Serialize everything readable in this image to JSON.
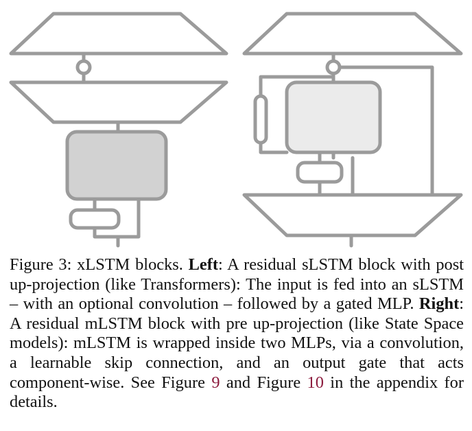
{
  "figure": {
    "colors": {
      "stroke": "#9b9b9b",
      "fill_dark": "#d2d2d2",
      "fill_light": "#ebebeb",
      "link": "#8b1a3c"
    },
    "panels": [
      {
        "name": "left",
        "description": "residual sLSTM block with post up-projection"
      },
      {
        "name": "right",
        "description": "residual mLSTM block with pre up-projection"
      }
    ]
  },
  "caption": {
    "label": "Figure 3:",
    "title": "xLSTM blocks.",
    "left_label": "Left",
    "left_text": ": A residual sLSTM block with post up-projection (like Transformers): The input is fed into an sLSTM – with an optional convolution – followed by a gated MLP.",
    "right_label": "Right",
    "right_text": ": A residual mLSTM block with pre up-projection (like State Space models): mLSTM is wrapped inside two MLPs, via a convolution, a learnable skip connection, and an output gate that acts component-wise. See Figure",
    "ref1": "9",
    "mid_text": "and Figure",
    "ref2": "10",
    "end_text": "in the appendix for details."
  }
}
